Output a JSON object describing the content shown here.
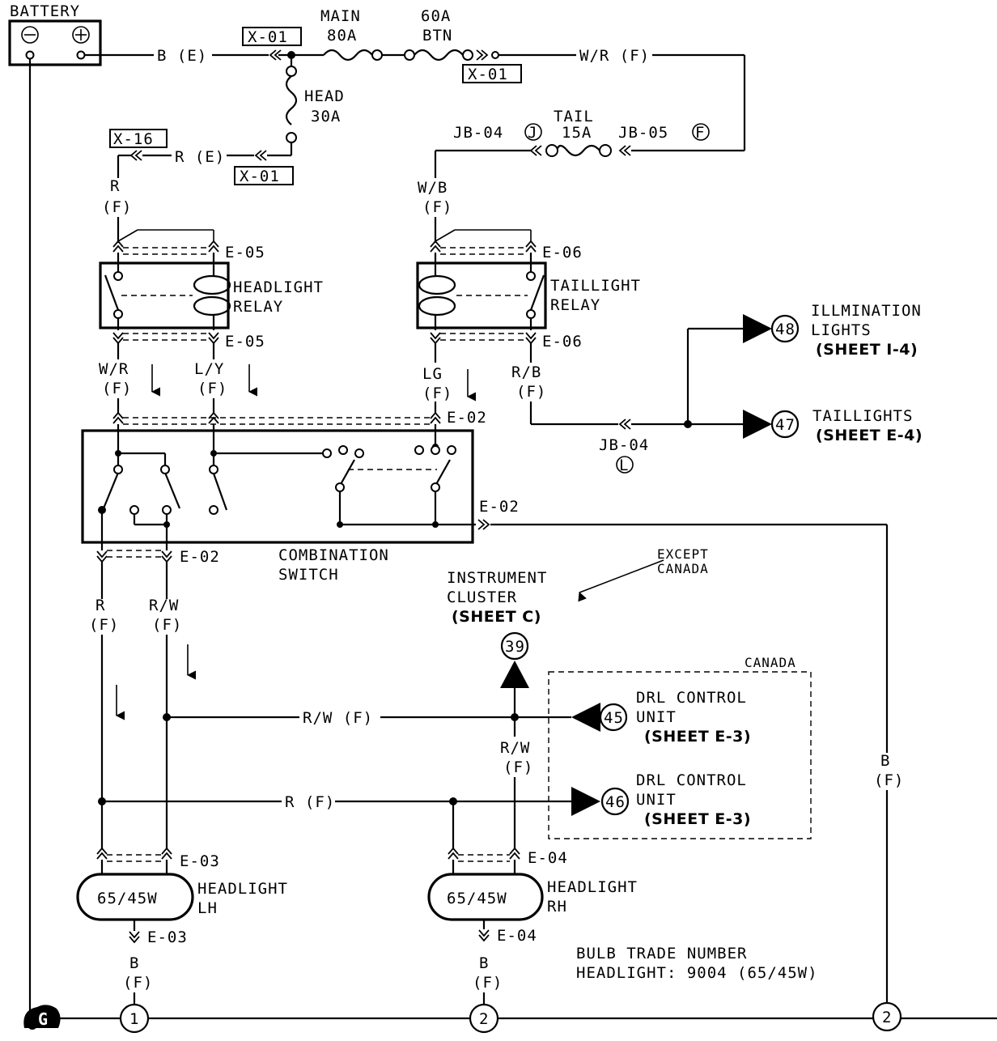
{
  "battery": {
    "label": "BATTERY",
    "neg": "⊖",
    "pos": "⊕"
  },
  "wires": {
    "b_e": "B (E)",
    "w_r_f_top": "W/R (F)",
    "r_e": "R (E)",
    "r_f_a": "R",
    "r_f_a2": "(F)",
    "w_b": "W/B",
    "w_b2": "(F)",
    "w_r_relay": "W/R",
    "w_r_relay2": "(F)",
    "l_y": "L/Y",
    "l_y2": "(F)",
    "lg": "LG",
    "lg2": "(F)",
    "r_b": "R/B",
    "r_b2": "(F)",
    "r_left": "R",
    "r_left2": "(F)",
    "r_w_left": "R/W",
    "r_w_left2": "(F)",
    "r_w_f": "R/W (F)",
    "r_f": "R (F)",
    "r_w_mid": "R/W",
    "r_w_mid2": "(F)",
    "b_right": "B",
    "b_right2": "(F)",
    "b_lh": "B",
    "b_lh2": "(F)",
    "b_rh": "B",
    "b_rh2": "(F)"
  },
  "fuses": {
    "main": "MAIN",
    "main_rating": "80A",
    "btn_rating": "60A",
    "btn": "BTN",
    "head": "HEAD",
    "head_rating": "30A",
    "tail": "TAIL",
    "tail_rating": "15A"
  },
  "connectors": {
    "x01_a": "X-01",
    "x01_b": "X-01",
    "x01_c": "X-01",
    "x16": "X-16",
    "jb04_top": "JB-04",
    "jb04_top_pin": "J",
    "jb05": "JB-05",
    "jb05_pin": "F",
    "e05_top": "E-05",
    "e05_bot": "E-05",
    "e06_top": "E-06",
    "e06_bot": "E-06",
    "e02_top": "E-02",
    "e02_right": "E-02",
    "e02_bot": "E-02",
    "jb04_mid": "JB-04",
    "jb04_mid_pin": "L",
    "e03_top": "E-03",
    "e03_bot": "E-03",
    "e04_top": "E-04",
    "e04_bot": "E-04"
  },
  "components": {
    "headlight_relay_1": "HEADLIGHT",
    "headlight_relay_2": "RELAY",
    "taillight_relay_1": "TAILLIGHT",
    "taillight_relay_2": "RELAY",
    "combo_1": "COMBINATION",
    "combo_2": "SWITCH",
    "headlight_lh_1": "HEADLIGHT",
    "headlight_lh_2": "LH",
    "headlight_lh_bulb": "65/45W",
    "headlight_rh_1": "HEADLIGHT",
    "headlight_rh_2": "RH",
    "headlight_rh_bulb": "65/45W"
  },
  "refs": {
    "r48_num": "48",
    "r48_l1": "ILLMINATION",
    "r48_l2": "LIGHTS",
    "r48_l3": "(SHEET I-4)",
    "r47_num": "47",
    "r47_l1": "TAILLIGHTS",
    "r47_l2": "(SHEET E-4)",
    "r39_num": "39",
    "r39_l1": "INSTRUMENT",
    "r39_l2": "CLUSTER",
    "r39_l3": "(SHEET C)",
    "except_1": "EXCEPT",
    "except_2": "CANADA",
    "canada": "CANADA",
    "r45_num": "45",
    "r45_l1": "DRL CONTROL",
    "r45_l2": "UNIT",
    "r45_l3": "(SHEET E-3)",
    "r46_num": "46",
    "r46_l1": "DRL CONTROL",
    "r46_l2": "UNIT",
    "r46_l3": "(SHEET E-3)"
  },
  "ground": {
    "symbol": "G",
    "p1": "1",
    "p2a": "2",
    "p2b": "2"
  },
  "note": {
    "line1": "BULB TRADE NUMBER",
    "line2": "HEADLIGHT: 9004 (65/45W)"
  }
}
